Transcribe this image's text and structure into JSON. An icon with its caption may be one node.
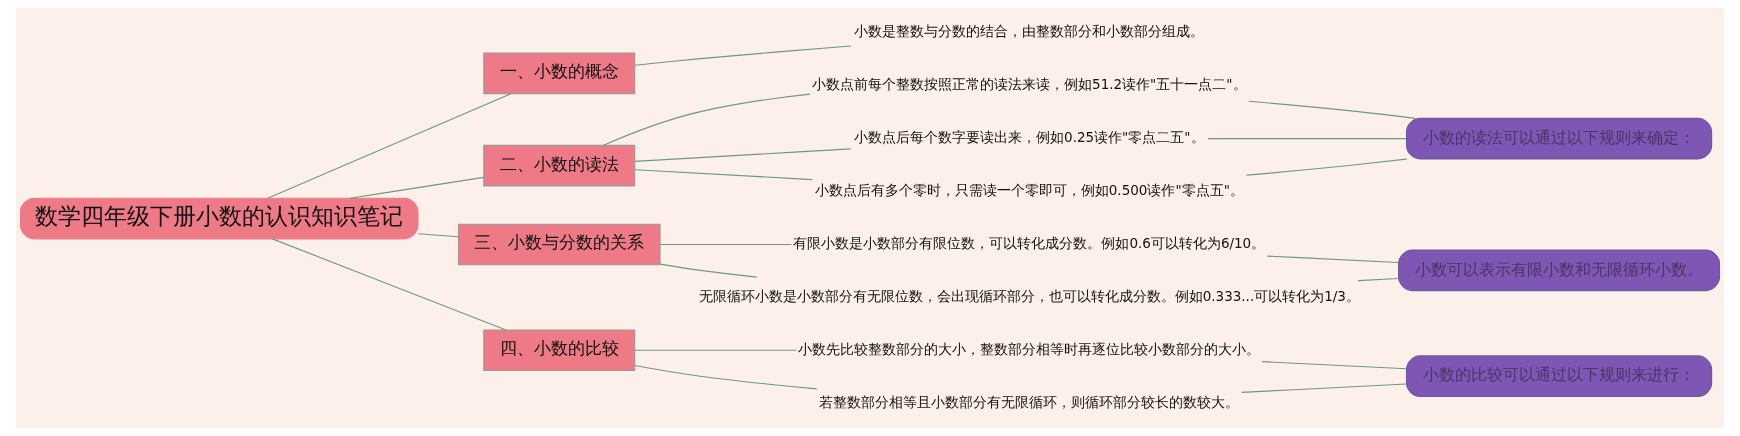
{
  "diagram": {
    "nodes": [
      {
        "text": [
          "数学四年级下册小数的认识知识笔记"
        ]
      },
      {
        "text": [
          "一、小数的概念"
        ]
      },
      {
        "text": [
          "小数是整数与分数的结合，由整数部分和小数部分组成。"
        ]
      },
      {
        "text": [
          "二、小数的读法"
        ]
      },
      {
        "text": [
          "小数点前每个整数按照正常的读法来读，例如51.2读作\"五十一点二\"。"
        ]
      },
      {
        "text": [
          "小数点后每个数字要读出来，例如0.25读作\"零点二五\"。"
        ]
      },
      {
        "text": [
          "小数点后有多个零时，只需读一个零即可，例如0.500读作\"零点五\"。"
        ]
      },
      {
        "text": [
          "小数的读法可以通过以下规则来确定："
        ]
      },
      {
        "text": [
          "三、小数与分数的关系"
        ]
      },
      {
        "text": [
          "有限小数是小数部分有限位数，可以转化成分数。例如0.6可以转化为6/10。"
        ]
      },
      {
        "text": [
          "无限循环小数是小数部分有无限位数，会出现循环部分，也可以转化成分数。例如0.333...可以转化为1/3。"
        ]
      },
      {
        "text": [
          "小数可以表示有限小数和无限循环小数。"
        ]
      },
      {
        "text": [
          "四、小数的比较"
        ]
      },
      {
        "text": [
          "小数先比较整数部分的大小，整数部分相等时再逐位比较小数部分的大小。"
        ]
      },
      {
        "text": [
          "若整数部分相等且小数部分有无限循环，则循环部分较长的数较大。"
        ]
      },
      {
        "text": [
          "小数的比较可以通过以下规则来进行："
        ]
      }
    ],
    "edges": [
      {
        "from": 0,
        "to": 1,
        "arrow": "none"
      },
      {
        "from": 1,
        "to": 2,
        "arrow": "none"
      },
      {
        "from": 0,
        "to": 3,
        "arrow": "none"
      },
      {
        "from": 3,
        "to": 4,
        "arrow": "none"
      },
      {
        "from": 3,
        "to": 5,
        "arrow": "none"
      },
      {
        "from": 3,
        "to": 6,
        "arrow": "none"
      },
      {
        "from": 4,
        "to": 7,
        "arrow": "none"
      },
      {
        "from": 5,
        "to": 7,
        "arrow": "none"
      },
      {
        "from": 6,
        "to": 7,
        "arrow": "none"
      },
      {
        "from": 0,
        "to": 8,
        "arrow": "none"
      },
      {
        "from": 8,
        "to": 9,
        "arrow": "none"
      },
      {
        "from": 8,
        "to": 10,
        "arrow": "none"
      },
      {
        "from": 9,
        "to": 11,
        "arrow": "none"
      },
      {
        "from": 10,
        "to": 11,
        "arrow": "none"
      },
      {
        "from": 0,
        "to": 12,
        "arrow": "none"
      },
      {
        "from": 12,
        "to": 13,
        "arrow": "none"
      },
      {
        "from": 12,
        "to": 14,
        "arrow": "none"
      },
      {
        "from": 13,
        "to": 15,
        "arrow": "none"
      },
      {
        "from": 14,
        "to": 15,
        "arrow": "none"
      }
    ]
  }
}
